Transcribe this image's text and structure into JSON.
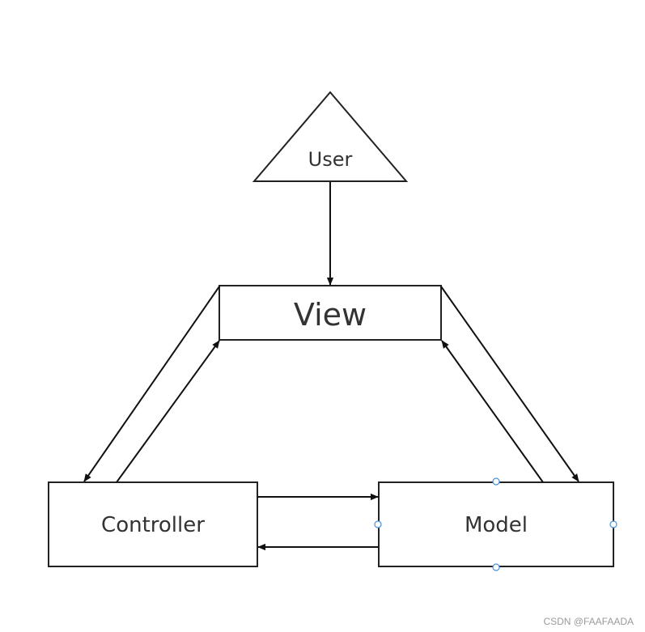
{
  "nodes": {
    "user": {
      "label": "User"
    },
    "view": {
      "label": "View"
    },
    "controller": {
      "label": "Controller"
    },
    "model": {
      "label": "Model"
    }
  },
  "colors": {
    "stroke": "#222222",
    "text": "#333333",
    "selection_handle": "#4a90d9"
  },
  "watermark": "CSDN @FAAFAADA"
}
